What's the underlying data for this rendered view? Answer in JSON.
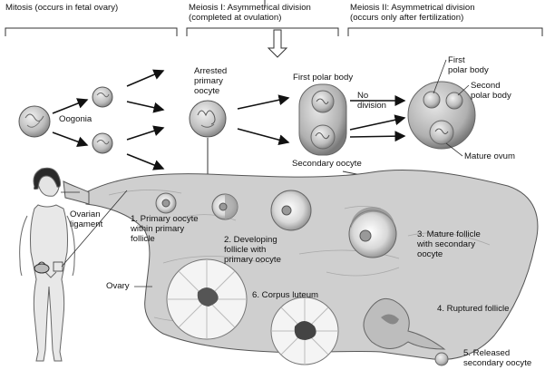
{
  "headers": {
    "mitosis": "Mitosis (occurs in fetal ovary)",
    "meiosis1": "Meiosis I: Asymmetrical division\n(completed at ovulation)",
    "meiosis2": "Meiosis II: Asymmetrical division\n(occurs only after fertilization)"
  },
  "cells": {
    "oogonia": "Oogonia",
    "arrested": "Arrested\nprimary\noocyte",
    "first_polar": "First polar body",
    "no_division": "No\ndivision",
    "secondary_oocyte": "Secondary oocyte",
    "first_polar_2": "First\npolar body",
    "second_polar": "Second\npolar body",
    "mature_ovum": "Mature ovum"
  },
  "ovary_labels": {
    "ovarian_ligament": "Ovarian\nligament",
    "ovary": "Ovary",
    "stage1": "1. Primary oocyte\nwithin primary\nfollicle",
    "stage2": "2. Developing\nfollicle with\nprimary oocyte",
    "stage3": "3. Mature follicle\nwith secondary\noocyte",
    "stage4": "4. Ruptured follicle",
    "stage5": "5. Released\nsecondary oocyte",
    "stage6": "6. Corpus luteum"
  },
  "colors": {
    "ovary_fill": "#cfcfcf",
    "cell_fill": "#bdbdbd",
    "line": "#222222"
  }
}
